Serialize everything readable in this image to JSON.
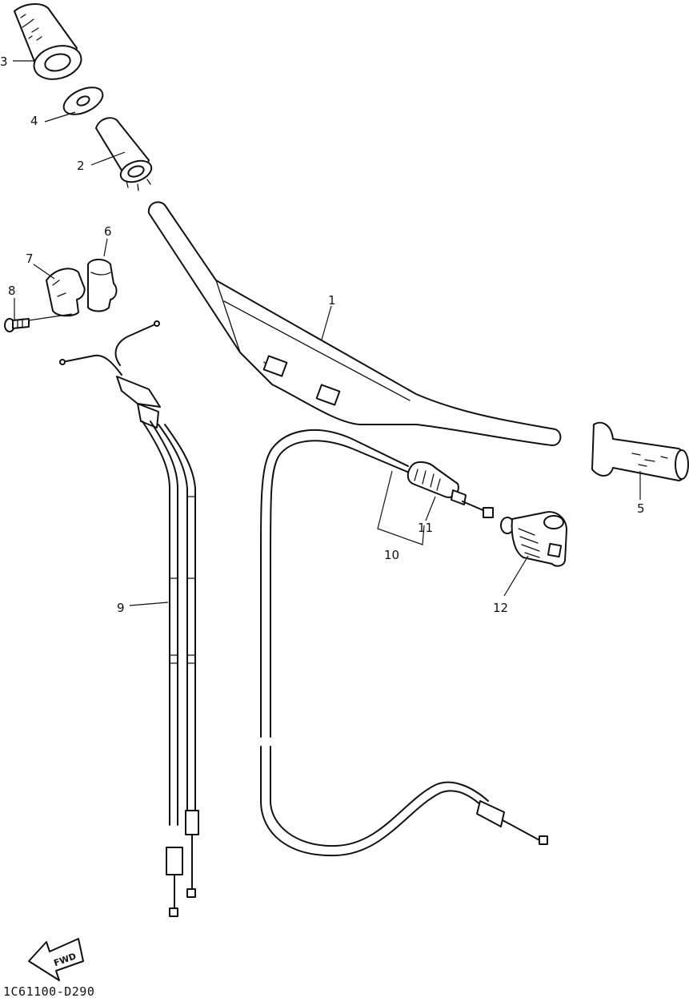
{
  "diagram_code": "1C61100-D290",
  "fwd_label": "FWD",
  "callouts": [
    {
      "id": "1",
      "part": "handlebar"
    },
    {
      "id": "2",
      "part": "throttle-grip"
    },
    {
      "id": "3",
      "part": "left-grip-end"
    },
    {
      "id": "4",
      "part": "washer"
    },
    {
      "id": "5",
      "part": "right-grip"
    },
    {
      "id": "6",
      "part": "handlebar-holder-upper"
    },
    {
      "id": "7",
      "part": "handlebar-holder-lower"
    },
    {
      "id": "8",
      "part": "bolt"
    },
    {
      "id": "9",
      "part": "throttle-cable"
    },
    {
      "id": "10",
      "part": "clutch-cable"
    },
    {
      "id": "11",
      "part": "cable-adjuster"
    },
    {
      "id": "12",
      "part": "lever-cover"
    }
  ]
}
